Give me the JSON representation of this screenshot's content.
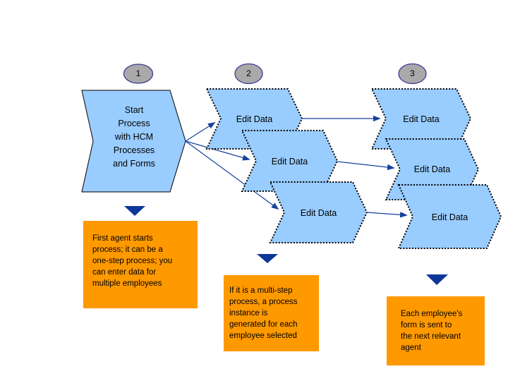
{
  "diagram": {
    "steps": [
      {
        "number": "1"
      },
      {
        "number": "2"
      },
      {
        "number": "3"
      }
    ],
    "start_shape": {
      "label": "Start\nProcess\nwith HCM\nProcesses\nand Forms"
    },
    "edit_shapes": [
      {
        "label": "Edit Data"
      },
      {
        "label": "Edit Data"
      },
      {
        "label": "Edit Data"
      },
      {
        "label": "Edit Data"
      },
      {
        "label": "Edit Data"
      },
      {
        "label": "Edit Data"
      }
    ],
    "notes": [
      {
        "text": "First agent starts\nprocess; it can be a\none-step process; you\ncan enter data for\nmultiple employees"
      },
      {
        "text": "If it is a multi-step\nprocess, a process\ninstance is\ngenerated for each\nemployee selected"
      },
      {
        "text": "Each employee's\nform is sent to\nthe next relevant\nagent"
      }
    ],
    "colors": {
      "shape_fill": "#99CCFF",
      "shape_border": "#000000",
      "note_fill": "#FF9900",
      "step_marker_fill": "#A9A9A9",
      "step_marker_border": "#3B3B98",
      "arrow": "#16419E",
      "triangle": "#0D3699"
    }
  }
}
